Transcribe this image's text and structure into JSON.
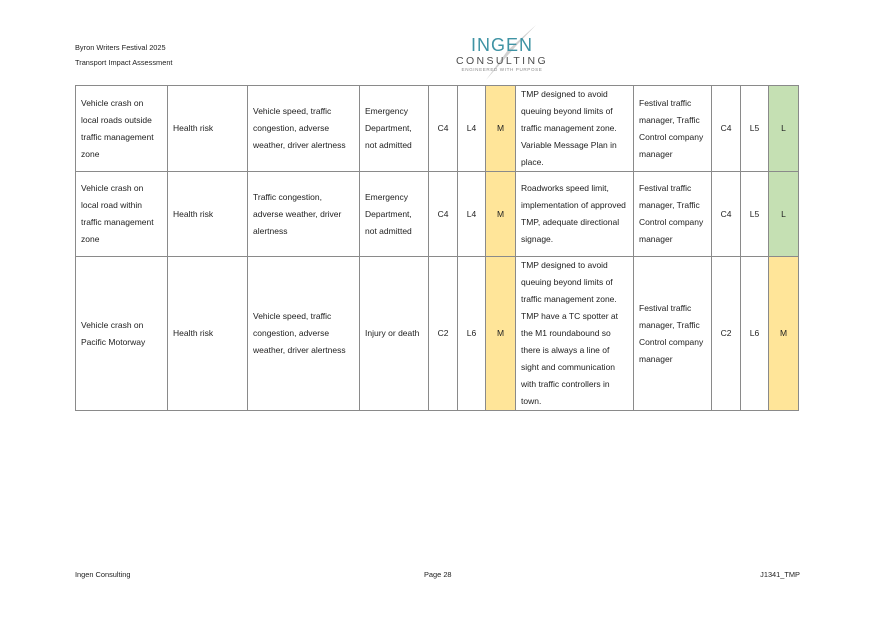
{
  "header": {
    "line1": "Byron Writers Festival 2025",
    "line2": "Transport Impact Assessment"
  },
  "logo": {
    "word": "INGEN",
    "sub": "CONSULTING",
    "tagline": "ENGINEERED WITH PURPOSE"
  },
  "rows": [
    {
      "hazard": "Vehicle crash on local roads outside traffic management zone",
      "category": "Health risk",
      "causes": "Vehicle speed, traffic congestion, adverse weather, driver alertness",
      "consequence": "Emergency Department, not admitted",
      "c1": "C4",
      "l1": "L4",
      "r1": "M",
      "controls": "TMP designed to avoid queuing beyond limits of traffic management zone. Variable Message Plan in place.",
      "responsibility": "Festival traffic manager, Traffic Control company manager",
      "c2": "C4",
      "l2": "L5",
      "r2": "L"
    },
    {
      "hazard": "Vehicle crash on local road within traffic management zone",
      "category": "Health risk",
      "causes": "Traffic congestion, adverse weather, driver alertness",
      "consequence": "Emergency Department, not admitted",
      "c1": "C4",
      "l1": "L4",
      "r1": "M",
      "controls": "Roadworks speed limit, implementation of approved TMP, adequate directional signage.",
      "responsibility": "Festival traffic manager, Traffic Control company manager",
      "c2": "C4",
      "l2": "L5",
      "r2": "L"
    },
    {
      "hazard": "Vehicle crash on Pacific Motorway",
      "category": "Health risk",
      "causes": "Vehicle speed, traffic congestion, adverse weather, driver alertness",
      "consequence": "Injury or death",
      "c1": "C2",
      "l1": "L6",
      "r1": "M",
      "controls": "TMP designed to avoid queuing beyond limits of traffic management zone. TMP have a TC spotter at the M1 roundabound so there is always a line of sight and communication with traffic controllers in town.",
      "responsibility": "Festival traffic manager, Traffic Control company manager",
      "c2": "C2",
      "l2": "L6",
      "r2": "M"
    }
  ],
  "footer": {
    "left": "Ingen Consulting",
    "center": "Page 28",
    "right": "J1341_TMP"
  },
  "colors": {
    "medium": "#ffe599",
    "low": "#c5e0b3",
    "logo_teal": "#3f93a4"
  }
}
